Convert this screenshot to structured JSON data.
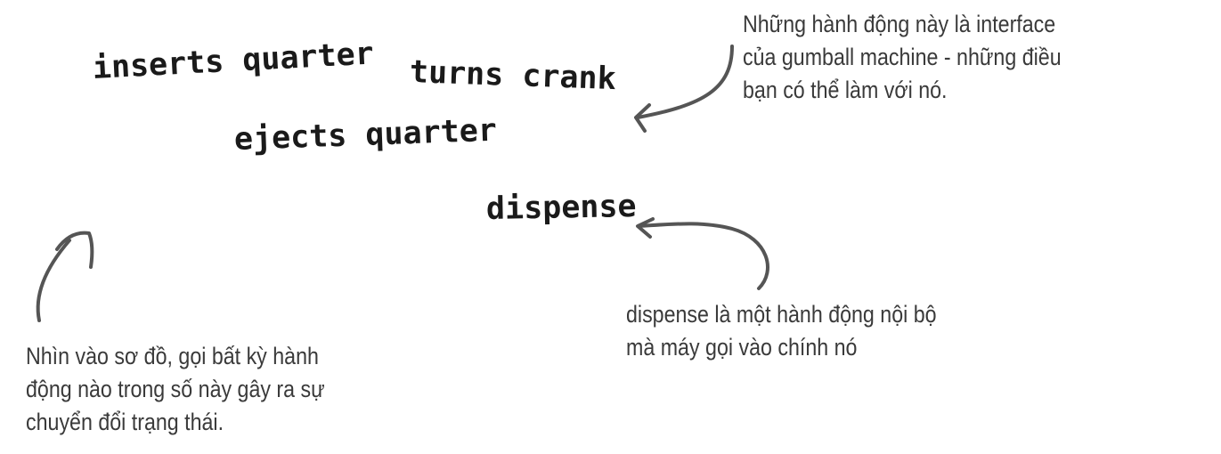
{
  "actions": {
    "inserts_quarter": "inserts quarter",
    "turns_crank": "turns crank",
    "ejects_quarter": "ejects quarter",
    "dispense": "dispense"
  },
  "annotations": {
    "interface_note": {
      "lines": [
        "Những hành động này là interface",
        "của gumball machine - những điều",
        "bạn có thể làm với nó."
      ]
    },
    "internal_note": {
      "lines": [
        "dispense là một hành động nội bộ",
        "mà máy gọi vào chính nó"
      ]
    },
    "question_note": {
      "lines": [
        "Nhìn vào sơ đồ, gọi bất kỳ hành",
        "động nào trong số này gây ra sự",
        "chuyển đổi trạng thái."
      ]
    }
  },
  "colors": {
    "handwriting": "#1a1a1a",
    "note_text": "#3a3a3a",
    "arrow": "#555555"
  }
}
